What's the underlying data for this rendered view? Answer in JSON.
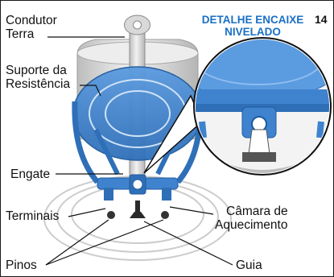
{
  "figure": {
    "detail_title_line1": "DETALHE ENCAIXE",
    "detail_title_line2": "NIVELADO",
    "figure_number": "14",
    "callouts": {
      "condutor_line1": "Condutor",
      "condutor_line2": "Terra",
      "suporte_line1": "Suporte da",
      "suporte_line2": "Resistência",
      "engate": "Engate",
      "terminais": "Terminais",
      "camara_line1": "Câmara de",
      "camara_line2": "Aquecimento",
      "pinos": "Pinos",
      "guia": "Guia"
    },
    "colors": {
      "accent_blue": "#3f83cf",
      "title_blue": "#1a6fc4",
      "leader_line": "#111111"
    }
  }
}
